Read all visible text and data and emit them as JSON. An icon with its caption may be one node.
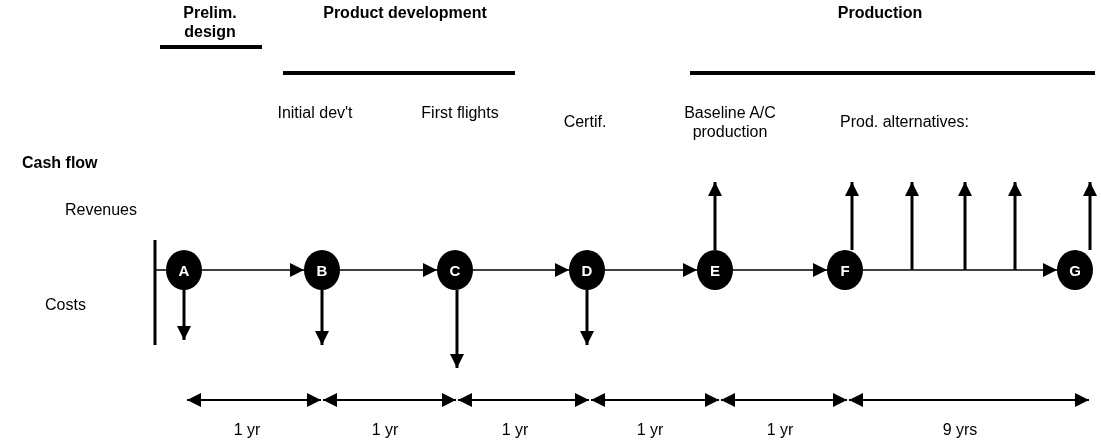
{
  "diagram": {
    "nodes": [
      {
        "text": [
          "A"
        ]
      },
      {
        "text": [
          "B"
        ]
      },
      {
        "text": [
          "C"
        ]
      },
      {
        "text": [
          "D"
        ]
      },
      {
        "text": [
          "E"
        ]
      },
      {
        "text": [
          "F"
        ]
      },
      {
        "text": [
          "G"
        ]
      }
    ],
    "edges": [
      {
        "from": 0,
        "to": 1,
        "arrow": "to"
      },
      {
        "from": 1,
        "to": 2,
        "arrow": "to"
      },
      {
        "from": 2,
        "to": 3,
        "arrow": "to"
      },
      {
        "from": 3,
        "to": 4,
        "arrow": "to"
      },
      {
        "from": 4,
        "to": 5,
        "arrow": "to"
      },
      {
        "from": 5,
        "to": 6,
        "arrow": "to"
      },
      {
        "from": 0,
        "to": null,
        "arrow": "to"
      },
      {
        "from": 1,
        "to": null,
        "arrow": "to"
      },
      {
        "from": 2,
        "to": null,
        "arrow": "to"
      },
      {
        "from": 3,
        "to": null,
        "arrow": "to"
      },
      {
        "from": 4,
        "to": null,
        "arrow": "to"
      },
      {
        "from": 5,
        "to": null,
        "arrow": "to"
      },
      {
        "from": 6,
        "to": null,
        "arrow": "to"
      }
    ],
    "labels": [
      "Prelim. design",
      "Product development",
      "Production",
      "Initial dev't",
      "First flights",
      "Certif.",
      "Baseline A/C production",
      "Prod. alternatives:",
      "Cash flow",
      "Revenues",
      "Costs",
      "1 yr",
      "1 yr",
      "1 yr",
      "1 yr",
      "1 yr",
      "9 yrs"
    ]
  }
}
